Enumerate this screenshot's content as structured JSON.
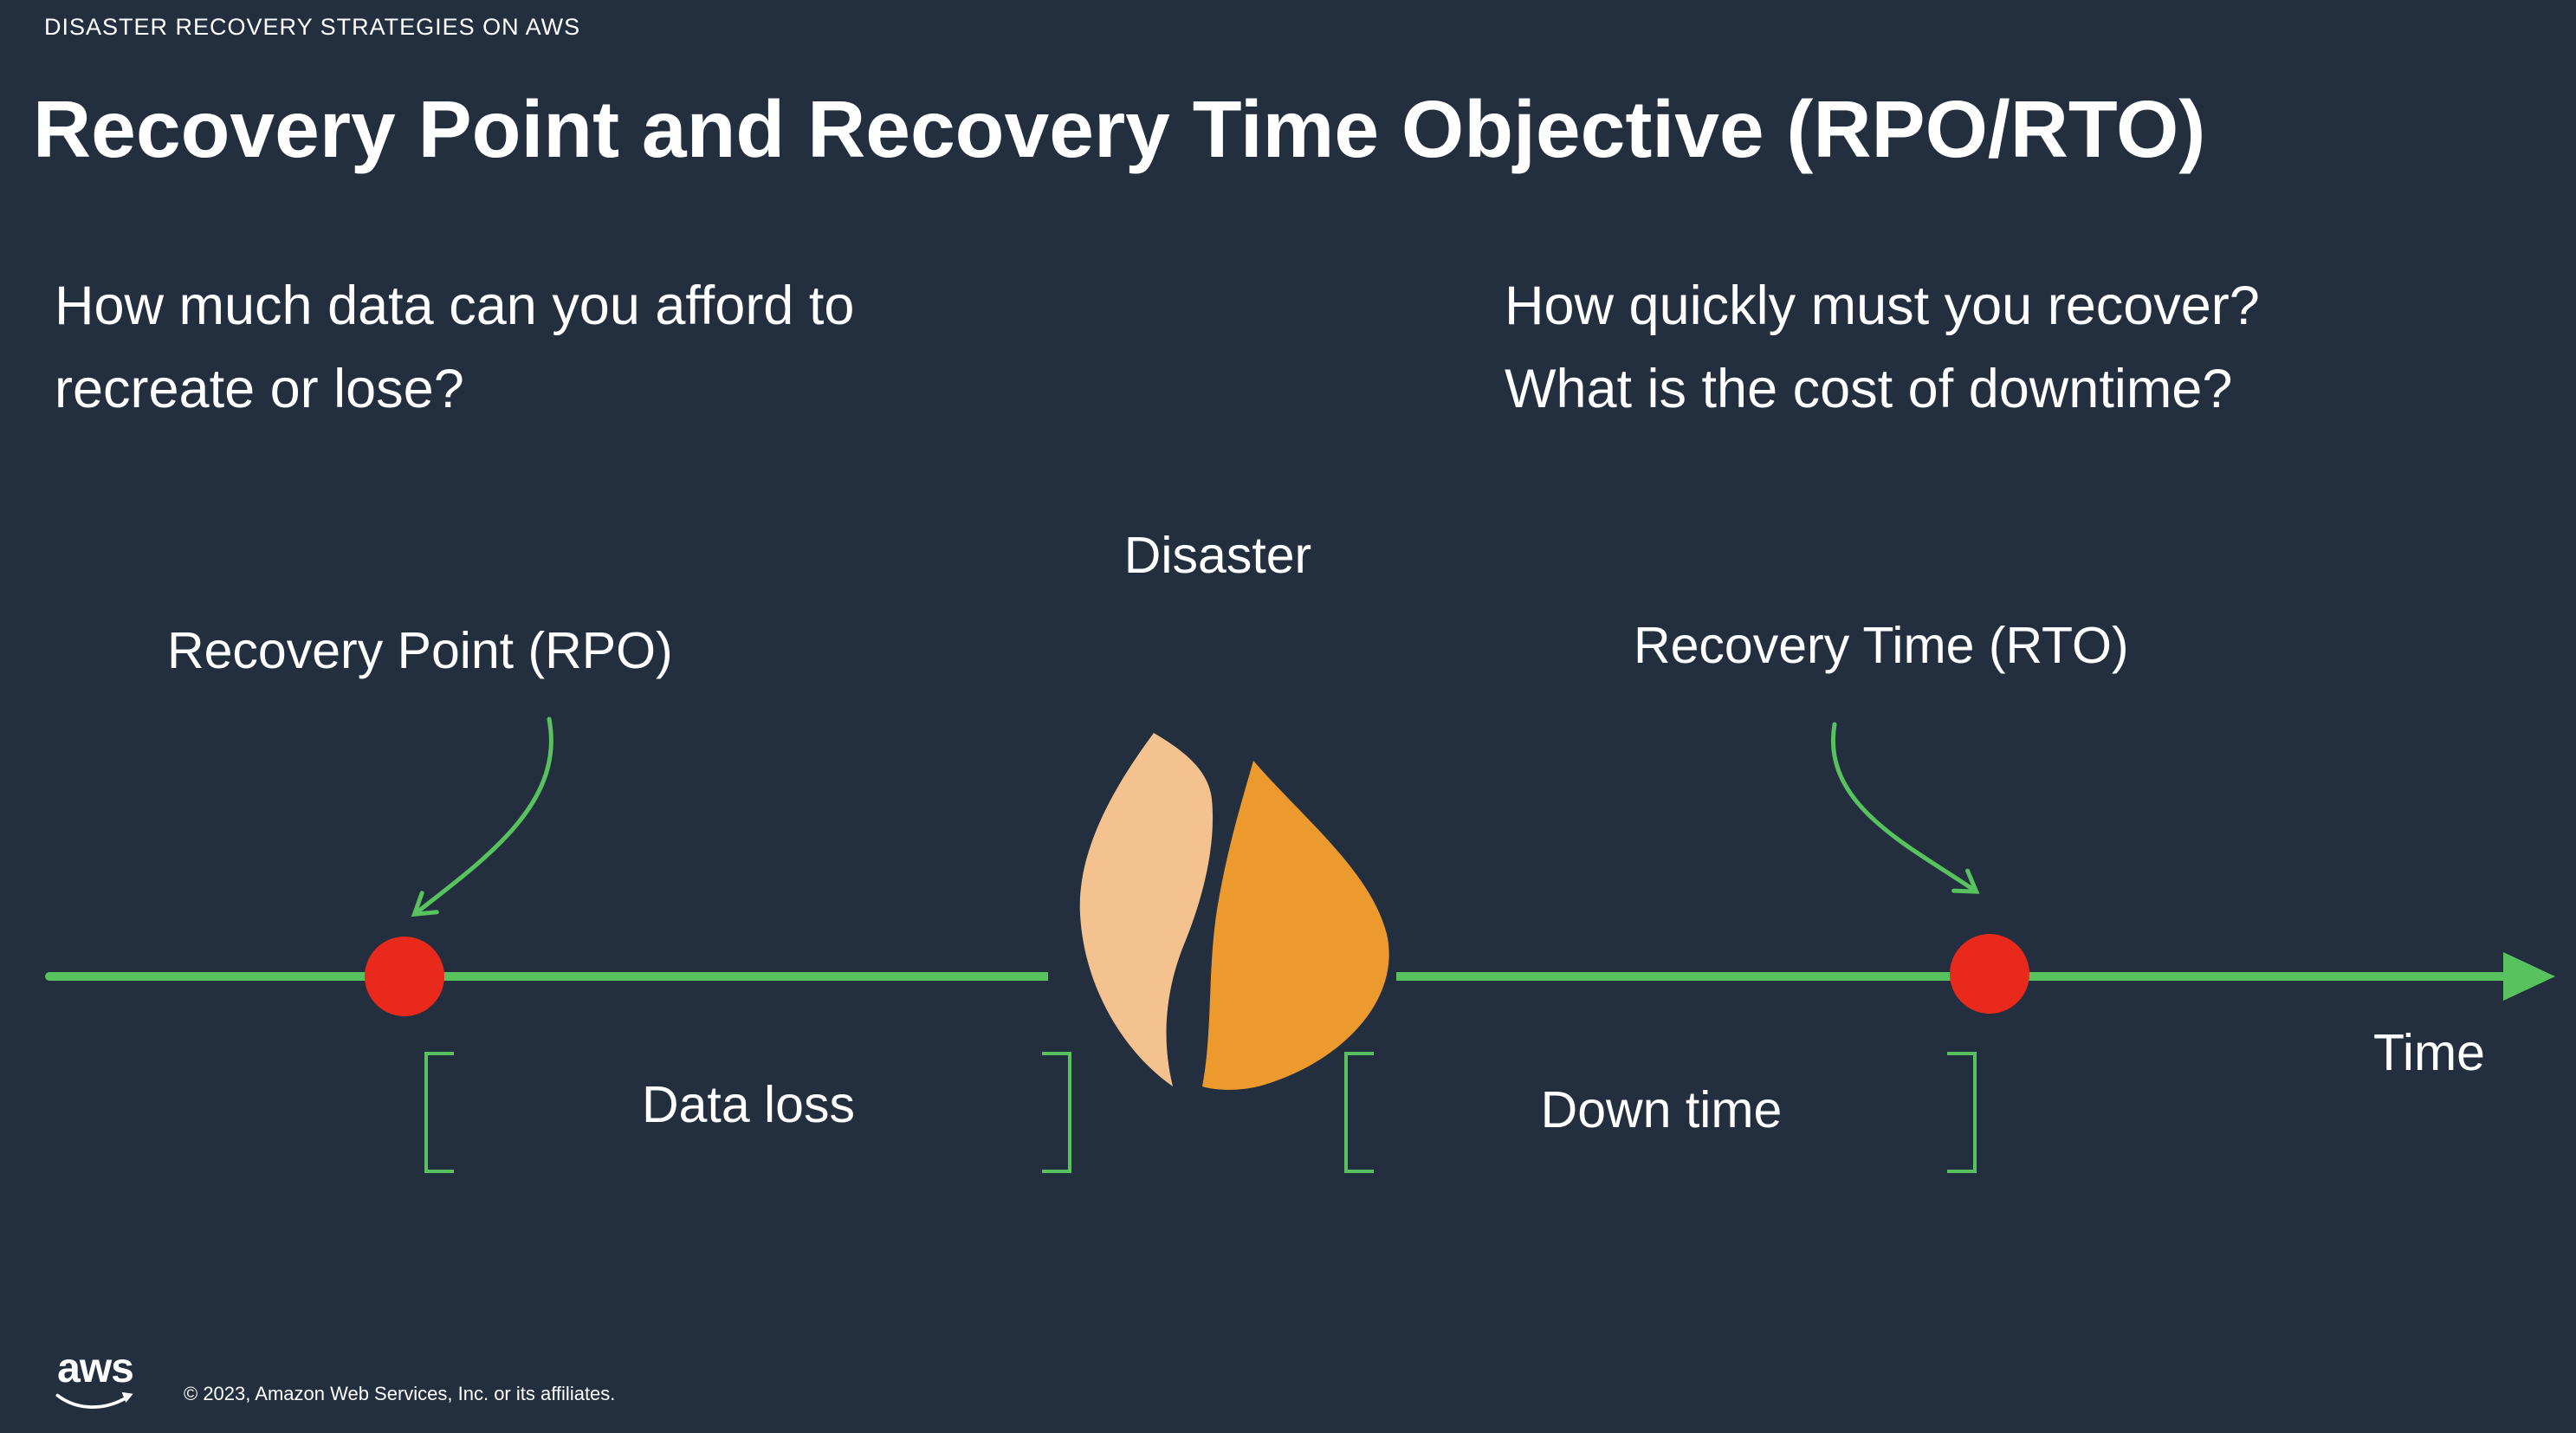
{
  "slide": {
    "eyebrow": "DISASTER RECOVERY STRATEGIES ON AWS",
    "title": "Recovery Point and Recovery Time Objective (RPO/RTO)",
    "left_question_lines": [
      "How much data can you afford to",
      "recreate or lose?"
    ],
    "right_question_lines": [
      "How quickly must you recover?",
      "What is the cost of downtime?"
    ]
  },
  "diagram": {
    "disaster_label": "Disaster",
    "rpo_label": "Recovery Point (RPO)",
    "rto_label": "Recovery Time (RTO)",
    "data_loss_label": "Data loss",
    "down_time_label": "Down time",
    "time_label": "Time"
  },
  "footer": {
    "logo_text": "aws",
    "copyright": "© 2023, Amazon Web Services, Inc. or its affiliates."
  },
  "colors": {
    "background": "#232F3E",
    "timeline_green": "#57C25E",
    "marker_red": "#E8291C",
    "flame_light": "#F3C28E",
    "flame_orange": "#EC9A2E",
    "text": "#FFFFFF"
  },
  "icons": {
    "disaster": "flame-icon",
    "timeline": "timeline-arrow",
    "rpo_marker": "rpo-marker-dot",
    "rto_marker": "rto-marker-dot",
    "logo": "aws-smile-icon"
  }
}
